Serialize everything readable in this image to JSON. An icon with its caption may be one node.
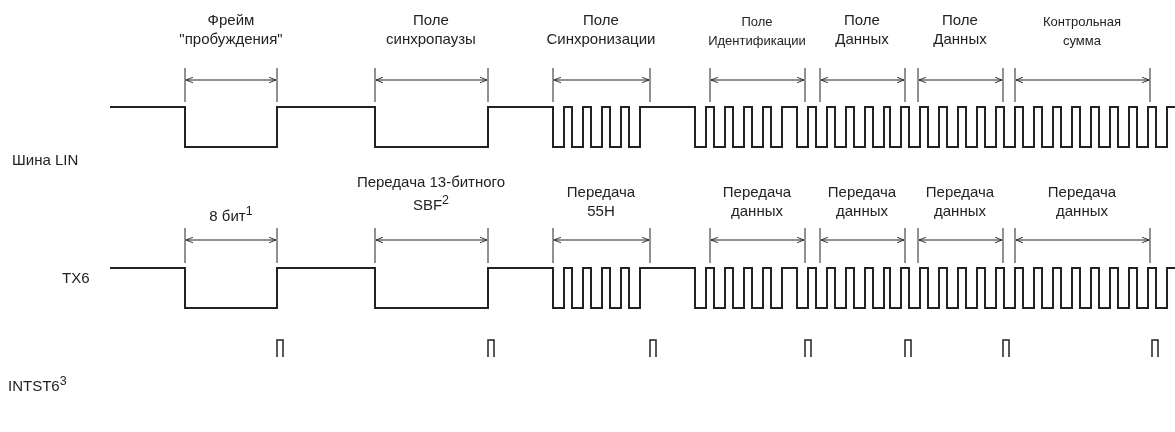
{
  "diagram": {
    "labels": [
      "Фрейм \"пробуждения\"",
      "Поле синхропаузы",
      "Поле Синхронизации",
      "Поле Идентификации",
      "Поле Данных",
      "Поле Данных",
      "Контрольная сумма",
      "Шина LIN",
      "8 бит$^{1}$",
      "Передача 13-битного SBF$^{2}$",
      "Передача 55H",
      "Передача данных",
      "Передача данных",
      "Передача данных",
      "Передача данных",
      "TX6",
      "INTST6$^{3}$"
    ]
  }
}
